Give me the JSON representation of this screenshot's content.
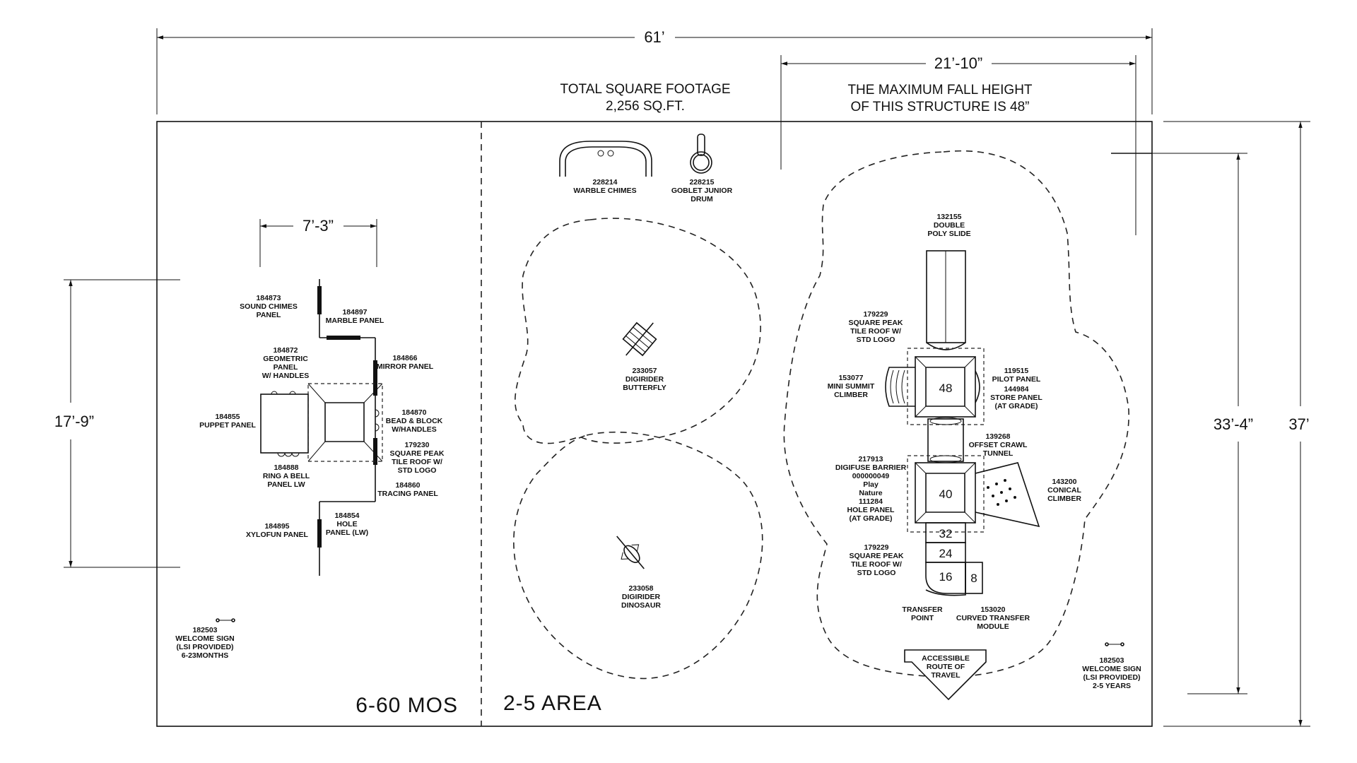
{
  "dimensions": {
    "overall_width": "61’",
    "structure_width": "21’-10”",
    "left_width": "7’-3”",
    "left_height": "17’-9”",
    "right_height_inner": "33’-4”",
    "overall_height": "37’"
  },
  "notes": {
    "sqft_line1": "TOTAL SQUARE FOOTAGE",
    "sqft_line2": "2,256 SQ.FT.",
    "fall_line1": "THE MAXIMUM FALL HEIGHT",
    "fall_line2": "OF THIS STRUCTURE IS 48”"
  },
  "zones": {
    "left": "6-60 MOS",
    "right": "2-5 AREA"
  },
  "left_components": {
    "sound_chimes": [
      "184873",
      "SOUND CHIMES",
      "PANEL"
    ],
    "marble": [
      "184897",
      "MARBLE PANEL"
    ],
    "geometric": [
      "184872",
      "GEOMETRIC",
      "PANEL",
      "W/ HANDLES"
    ],
    "mirror": [
      "184866",
      "MIRROR PANEL"
    ],
    "puppet": [
      "184855",
      "PUPPET PANEL"
    ],
    "bead_block": [
      "184870",
      "BEAD & BLOCK",
      "W/HANDLES"
    ],
    "roof": [
      "179230",
      "SQUARE PEAK",
      "TILE ROOF W/",
      "STD LOGO"
    ],
    "ring_bell": [
      "184888",
      "RING A BELL",
      "PANEL LW"
    ],
    "tracing": [
      "184860",
      "TRACING PANEL"
    ],
    "xylofun": [
      "184895",
      "XYLOFUN PANEL"
    ],
    "hole": [
      "184854",
      "HOLE",
      "PANEL (LW)"
    ],
    "welcome": [
      "182503",
      "WELCOME SIGN",
      "(LSI PROVIDED)",
      "6-23MONTHS"
    ]
  },
  "middle_components": {
    "warble": [
      "228214",
      "WARBLE CHIMES"
    ],
    "goblet": [
      "228215",
      "GOBLET JUNIOR",
      "DRUM"
    ],
    "butterfly": [
      "233057",
      "DIGIRIDER",
      "BUTTERFLY"
    ],
    "dinosaur": [
      "233058",
      "DIGIRIDER",
      "DINOSAUR"
    ]
  },
  "right_components": {
    "slide": [
      "132155",
      "DOUBLE",
      "POLY SLIDE"
    ],
    "roof_top": [
      "179229",
      "SQUARE PEAK",
      "TILE ROOF W/",
      "STD LOGO"
    ],
    "summit": [
      "153077",
      "MINI SUMMIT",
      "CLIMBER"
    ],
    "pilot": [
      "119515",
      "PILOT PANEL",
      "144984",
      "STORE PANEL",
      "(AT GRADE)"
    ],
    "crawl": [
      "139268",
      "OFFSET CRAWL",
      "TUNNEL"
    ],
    "digifuse": [
      "217913",
      "DIGIFUSE BARRIER",
      "000000049",
      "Play",
      "Nature",
      "111284",
      "HOLE PANEL",
      "(AT GRADE)"
    ],
    "conical": [
      "143200",
      "CONICAL",
      "CLIMBER"
    ],
    "roof_bottom": [
      "179229",
      "SQUARE PEAK",
      "TILE ROOF W/",
      "STD LOGO"
    ],
    "transfer_point": [
      "TRANSFER",
      "POINT"
    ],
    "transfer_module": [
      "153020",
      "CURVED TRANSFER",
      "MODULE"
    ],
    "accessible": [
      "ACCESSIBLE",
      "ROUTE OF",
      "TRAVEL"
    ],
    "welcome": [
      "182503",
      "WELCOME SIGN",
      "(LSI PROVIDED)",
      "2-5 YEARS"
    ]
  },
  "deck_heights": [
    "48",
    "40",
    "32",
    "24",
    "16",
    "8"
  ]
}
